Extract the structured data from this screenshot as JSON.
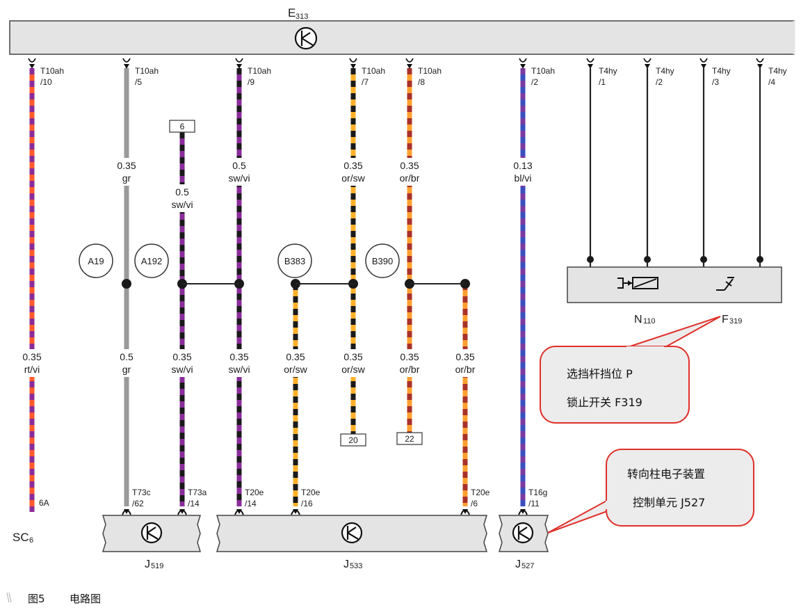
{
  "top_unit": {
    "name": "E",
    "sub": "313"
  },
  "wires": [
    {
      "id": "w1",
      "top_conn": "T10ah",
      "top_pin": "/10",
      "label_top": null,
      "label_bottom": {
        "size": "0.35",
        "color": "rt/vi"
      },
      "colors": [
        "#ff5a2a",
        "#8a2c9a"
      ],
      "bottom_conn": null,
      "bottom_pin": "6A"
    },
    {
      "id": "w2",
      "top_conn": "T10ah",
      "top_pin": "/5",
      "label_top": {
        "size": "0.35",
        "color": "gr"
      },
      "label_bottom": {
        "size": "0.5",
        "color": "gr"
      },
      "colors": [
        "#9a9a9a"
      ],
      "bottom_conn": "T73c",
      "bottom_pin": "/62"
    },
    {
      "id": "w3",
      "top_conn": null,
      "top_pin": null,
      "label_top": {
        "size": "0.5",
        "color": "sw/vi"
      },
      "label_bottom": {
        "size": "0.35",
        "color": "sw/vi"
      },
      "colors": [
        "#8a2c9a",
        "#1a1a1a"
      ],
      "bottom_conn": "T73a",
      "bottom_pin": "/14"
    },
    {
      "id": "w4",
      "top_conn": "T10ah",
      "top_pin": "/9",
      "label_top": {
        "size": "0.5",
        "color": "sw/vi"
      },
      "label_bottom": {
        "size": "0.35",
        "color": "sw/vi"
      },
      "colors": [
        "#8a2c9a",
        "#1a1a1a"
      ],
      "bottom_conn": "T20e",
      "bottom_pin": "/14"
    },
    {
      "id": "w5",
      "top_conn": null,
      "top_pin": null,
      "label_top": null,
      "label_bottom": {
        "size": "0.35",
        "color": "or/sw"
      },
      "colors": [
        "#ffb02a",
        "#1a1a1a"
      ],
      "bottom_conn": "T20e",
      "bottom_pin": "/16"
    },
    {
      "id": "w6",
      "top_conn": "T10ah",
      "top_pin": "/7",
      "label_top": {
        "size": "0.35",
        "color": "or/sw"
      },
      "label_bottom": {
        "size": "0.35",
        "color": "or/sw"
      },
      "colors": [
        "#ffb02a",
        "#1a1a1a"
      ],
      "bottom_conn": null,
      "bottom_pin": null
    },
    {
      "id": "w7",
      "top_conn": "T10ah",
      "top_pin": "/8",
      "label_top": {
        "size": "0.35",
        "color": "or/br"
      },
      "label_bottom": {
        "size": "0.35",
        "color": "or/br"
      },
      "colors": [
        "#ffa030",
        "#a8322a"
      ],
      "bottom_conn": null,
      "bottom_pin": null
    },
    {
      "id": "w8",
      "top_conn": null,
      "top_pin": null,
      "label_top": null,
      "label_bottom": {
        "size": "0.35",
        "color": "or/br"
      },
      "colors": [
        "#ffa030",
        "#a8322a"
      ],
      "bottom_conn": "T20e",
      "bottom_pin": "/6"
    },
    {
      "id": "w9",
      "top_conn": "T10ah",
      "top_pin": "/2",
      "label_top": {
        "size": "0.13",
        "color": "bl/vi"
      },
      "label_bottom": null,
      "colors": [
        "#3a4fbf",
        "#7a3aa0"
      ],
      "bottom_conn": "T16g",
      "bottom_pin": "/11"
    },
    {
      "id": "w10",
      "top_conn": "T4hy",
      "top_pin": "/1",
      "label_top": null,
      "label_bottom": null,
      "colors": [
        "#222222"
      ],
      "bottom_conn": null,
      "bottom_pin": null
    },
    {
      "id": "w11",
      "top_conn": "T4hy",
      "top_pin": "/2",
      "label_top": null,
      "label_bottom": null,
      "colors": [
        "#222222"
      ],
      "bottom_conn": null,
      "bottom_pin": null
    },
    {
      "id": "w12",
      "top_conn": "T4hy",
      "top_pin": "/3",
      "label_top": null,
      "label_bottom": null,
      "colors": [
        "#222222"
      ],
      "bottom_conn": null,
      "bottom_pin": null
    },
    {
      "id": "w13",
      "top_conn": "T4hy",
      "top_pin": "/4",
      "label_top": null,
      "label_bottom": null,
      "colors": [
        "#222222"
      ],
      "bottom_conn": null,
      "bottom_pin": null
    }
  ],
  "ref_boxes": {
    "w3": "6",
    "w6": "20",
    "w7": "22"
  },
  "splices": [
    "A19",
    "A192",
    "B383",
    "B390"
  ],
  "bottom_units": [
    {
      "name": "J",
      "sub": "519"
    },
    {
      "name": "J",
      "sub": "533"
    },
    {
      "name": "J",
      "sub": "527"
    }
  ],
  "sc_label": {
    "name": "SC",
    "sub": "6"
  },
  "switch_unit": {
    "n": {
      "name": "N",
      "sub": "110"
    },
    "f": {
      "name": "F",
      "sub": "319"
    }
  },
  "callouts": [
    {
      "id": "c1",
      "lines": [
        "选挡杆挡位  P",
        "锁止开关 F319"
      ]
    },
    {
      "id": "c2",
      "lines": [
        "转向柱电子装置",
        "控制单元 J527"
      ]
    }
  ],
  "caption": {
    "fig": "图5",
    "title": "电路图"
  },
  "colors": {
    "panel_fill": "#e4e4e4",
    "panel_stroke": "#444444",
    "callout_fill": "#ececec",
    "callout_stroke": "#e0302a"
  }
}
